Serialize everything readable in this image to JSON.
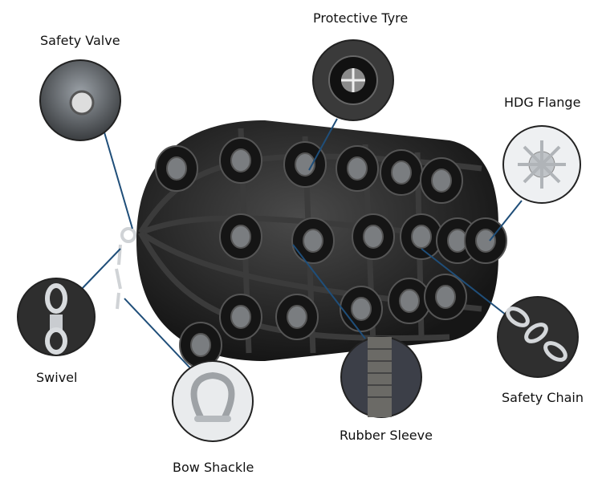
{
  "labels": {
    "safety_valve": "Safety Valve",
    "protective_tyre": "Protective Tyre",
    "hdg_flange": "HDG Flange",
    "swivel": "Swivel",
    "bow_shackle": "Bow Shackle",
    "rubber_sleeve": "Rubber Sleeve",
    "safety_chain": "Safety Chain"
  },
  "colors": {
    "fender_body": "#2a2a2a",
    "tyre": "#1a1a1a",
    "leader_line": "#1f4e79",
    "metal": "#c9ccd0"
  }
}
